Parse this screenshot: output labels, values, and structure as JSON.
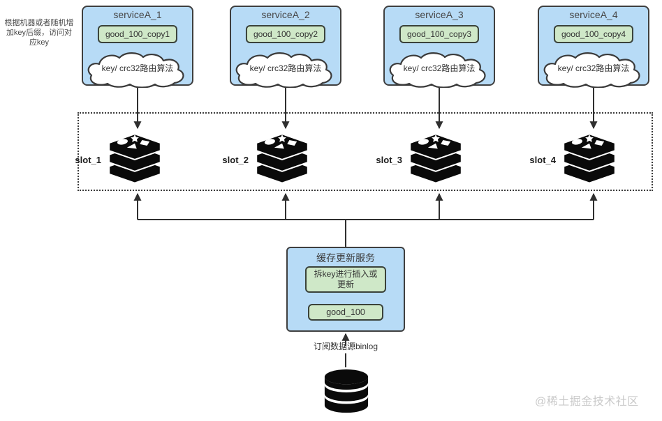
{
  "colors": {
    "service_fill": "#b7dbf6",
    "key_fill": "#cfe8c8",
    "border": "#3f3f3f",
    "watermark": "#c9c9c9"
  },
  "annotation": {
    "lines": [
      "根据机器或者随机增",
      "加key后缀，访问对",
      "应key"
    ]
  },
  "services": [
    {
      "title": "serviceA_1",
      "key": "good_100_copy1",
      "cloud": "key/ crc32路由算法"
    },
    {
      "title": "serviceA_2",
      "key": "good_100_copy2",
      "cloud": "key/ crc32路由算法"
    },
    {
      "title": "serviceA_3",
      "key": "good_100_copy3",
      "cloud": "key/ crc32路由算法"
    },
    {
      "title": "serviceA_4",
      "key": "good_100_copy4",
      "cloud": "key/ crc32路由算法"
    }
  ],
  "slots": [
    {
      "label": "slot_1"
    },
    {
      "label": "slot_2"
    },
    {
      "label": "slot_3"
    },
    {
      "label": "slot_4"
    }
  ],
  "cache_service": {
    "title": "缓存更新服务",
    "step_lines": [
      "拆key进行插入或",
      "更新"
    ],
    "key": "good_100"
  },
  "binlog_label": "订阅数据源binlog",
  "watermark": "@稀土掘金技术社区",
  "icons": {
    "slot_icon": "redis-stack-icon",
    "datasource_icon": "database-cylinder-icon",
    "routing_shape": "cloud-shape",
    "connector": "arrow-connector"
  }
}
